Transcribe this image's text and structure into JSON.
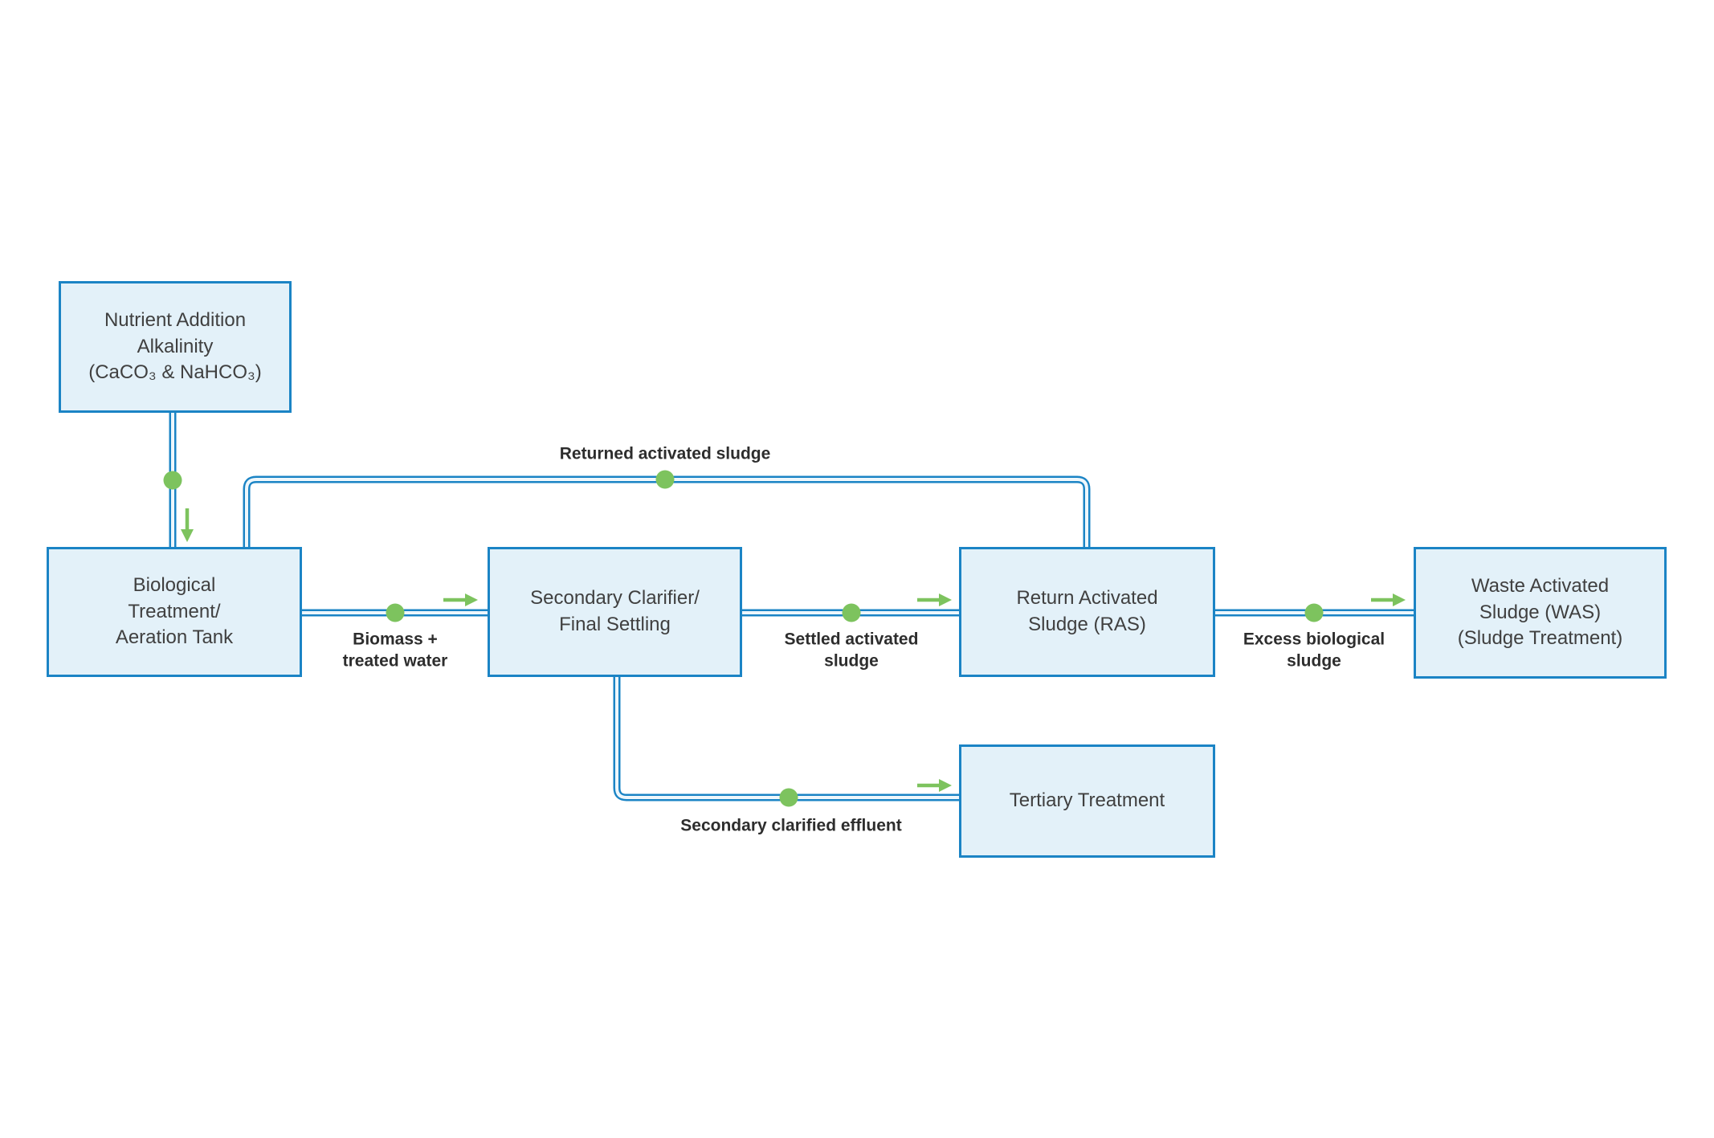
{
  "colors": {
    "box_fill": "#e3f1f9",
    "box_border": "#1b84c5",
    "pipe_blue": "#1b84c5",
    "pipe_gap": "#eef7fc",
    "flow_green": "#7dc35e",
    "node_text": "#404040",
    "label_text": "#2d2d2d"
  },
  "nodes": {
    "nutrient": {
      "label": "Nutrient Addition\nAlkalinity\n(CaCO₃ & NaHCO₃)"
    },
    "biological": {
      "label": "Biological\nTreatment/\nAeration Tank"
    },
    "clarifier": {
      "label": "Secondary Clarifier/\nFinal Settling"
    },
    "ras": {
      "label": "Return Activated\nSludge (RAS)"
    },
    "was": {
      "label": "Waste Activated\nSludge (WAS)\n(Sludge Treatment)"
    },
    "tertiary": {
      "label": "Tertiary Treatment"
    }
  },
  "edges": {
    "returned": {
      "label": "Returned activated sludge"
    },
    "biomass": {
      "label": "Biomass +\ntreated water"
    },
    "settled": {
      "label": "Settled activated\nsludge"
    },
    "excess": {
      "label": "Excess biological\nsludge"
    },
    "effluent": {
      "label": "Secondary clarified effluent"
    }
  },
  "icons": {
    "flow_dot": "●",
    "arrow_right": "→",
    "arrow_down": "↓"
  }
}
